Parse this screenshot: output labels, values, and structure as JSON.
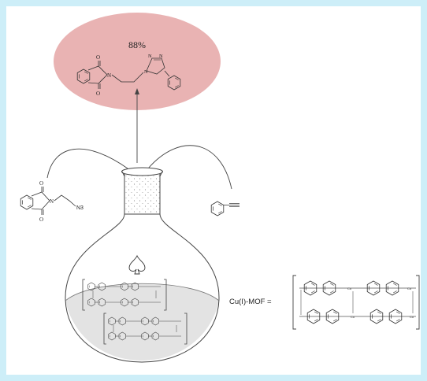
{
  "product": {
    "yield_label": "88%",
    "atom_labels": {
      "o_top": "O",
      "o_bottom": "O",
      "n_imide": "N",
      "n1": "N",
      "n2": "N",
      "n3": "N"
    }
  },
  "azide_reactant": {
    "atom_labels": {
      "o_top": "O",
      "o_bottom": "O",
      "n_imide": "N",
      "azide": "N3"
    }
  },
  "mof": {
    "label": "Cu(I)-MOF =",
    "cu_label": "Cu",
    "n_label": "N"
  },
  "colors": {
    "product_ellipse": "#e9b3b3",
    "flask_liquid": "#e3e3e3",
    "background": "#cdeef8"
  }
}
